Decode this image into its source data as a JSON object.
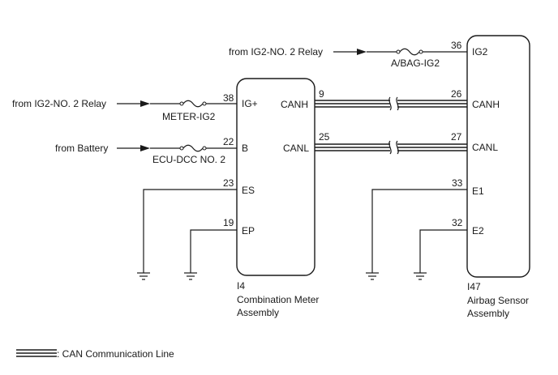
{
  "components": {
    "meter": {
      "code": "I4",
      "name_line1": "Combination Meter",
      "name_line2": "Assembly",
      "pins": [
        {
          "num": "38",
          "label": "IG+"
        },
        {
          "num": "22",
          "label": "B"
        },
        {
          "num": "23",
          "label": "ES"
        },
        {
          "num": "19",
          "label": "EP"
        },
        {
          "num": "9",
          "label": "CANH"
        },
        {
          "num": "25",
          "label": "CANL"
        }
      ]
    },
    "airbag": {
      "code": "I47",
      "name_line1": "Airbag Sensor",
      "name_line2": "Assembly",
      "pins": [
        {
          "num": "36",
          "label": "IG2"
        },
        {
          "num": "26",
          "label": "CANH"
        },
        {
          "num": "27",
          "label": "CANL"
        },
        {
          "num": "33",
          "label": "E1"
        },
        {
          "num": "32",
          "label": "E2"
        }
      ]
    }
  },
  "sources": {
    "ig2_relay_top": "from IG2-NO. 2 Relay",
    "ig2_relay_left": "from IG2-NO. 2 Relay",
    "battery": "from Battery"
  },
  "fuses": {
    "abag": "A/BAG-IG2",
    "meter": "METER-IG2",
    "ecu_dcc": "ECU-DCC NO. 2"
  },
  "legend": {
    "label": ": CAN Communication Line"
  }
}
